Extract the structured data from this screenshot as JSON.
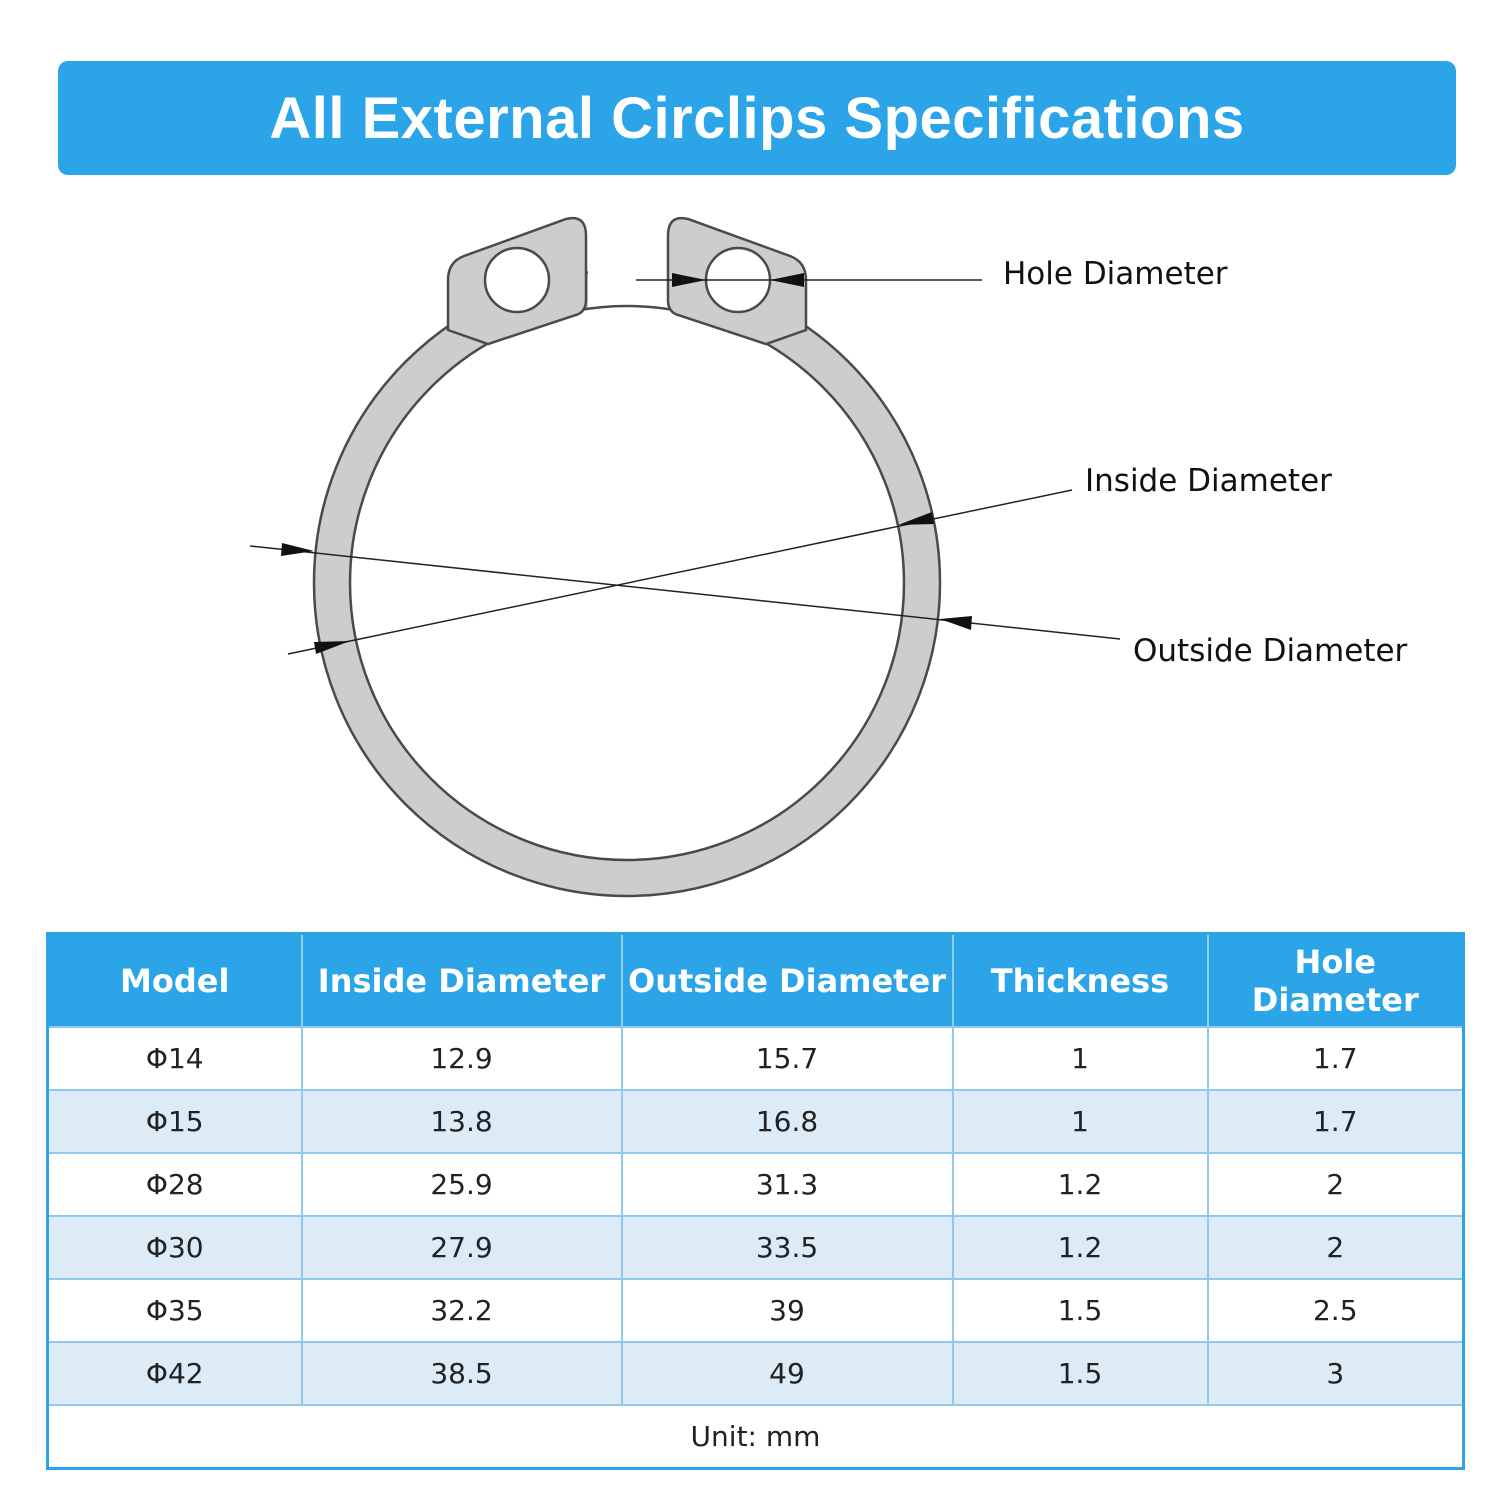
{
  "header": {
    "title": "All External Circlips Specifications"
  },
  "diagram": {
    "labels": {
      "hole": "Hole Diameter",
      "inside": "Inside Diameter",
      "outside": "Outside Diameter"
    },
    "colors": {
      "ring_fill": "#cdcdcd",
      "ring_stroke": "#4a4a4a"
    }
  },
  "table": {
    "headers": [
      "Model",
      "Inside Diameter",
      "Outside Diameter",
      "Thickness",
      "Hole Diameter"
    ],
    "rows": [
      [
        "Φ14",
        "12.9",
        "15.7",
        "1",
        "1.7"
      ],
      [
        "Φ15",
        "13.8",
        "16.8",
        "1",
        "1.7"
      ],
      [
        "Φ28",
        "25.9",
        "31.3",
        "1.2",
        "2"
      ],
      [
        "Φ30",
        "27.9",
        "33.5",
        "1.2",
        "2"
      ],
      [
        "Φ35",
        "32.2",
        "39",
        "1.5",
        "2.5"
      ],
      [
        "Φ42",
        "38.5",
        "49",
        "1.5",
        "3"
      ]
    ],
    "unit_note": "Unit: mm"
  },
  "theme": {
    "accent": "#2ba4e8",
    "row_alt": "#dcebf6"
  }
}
